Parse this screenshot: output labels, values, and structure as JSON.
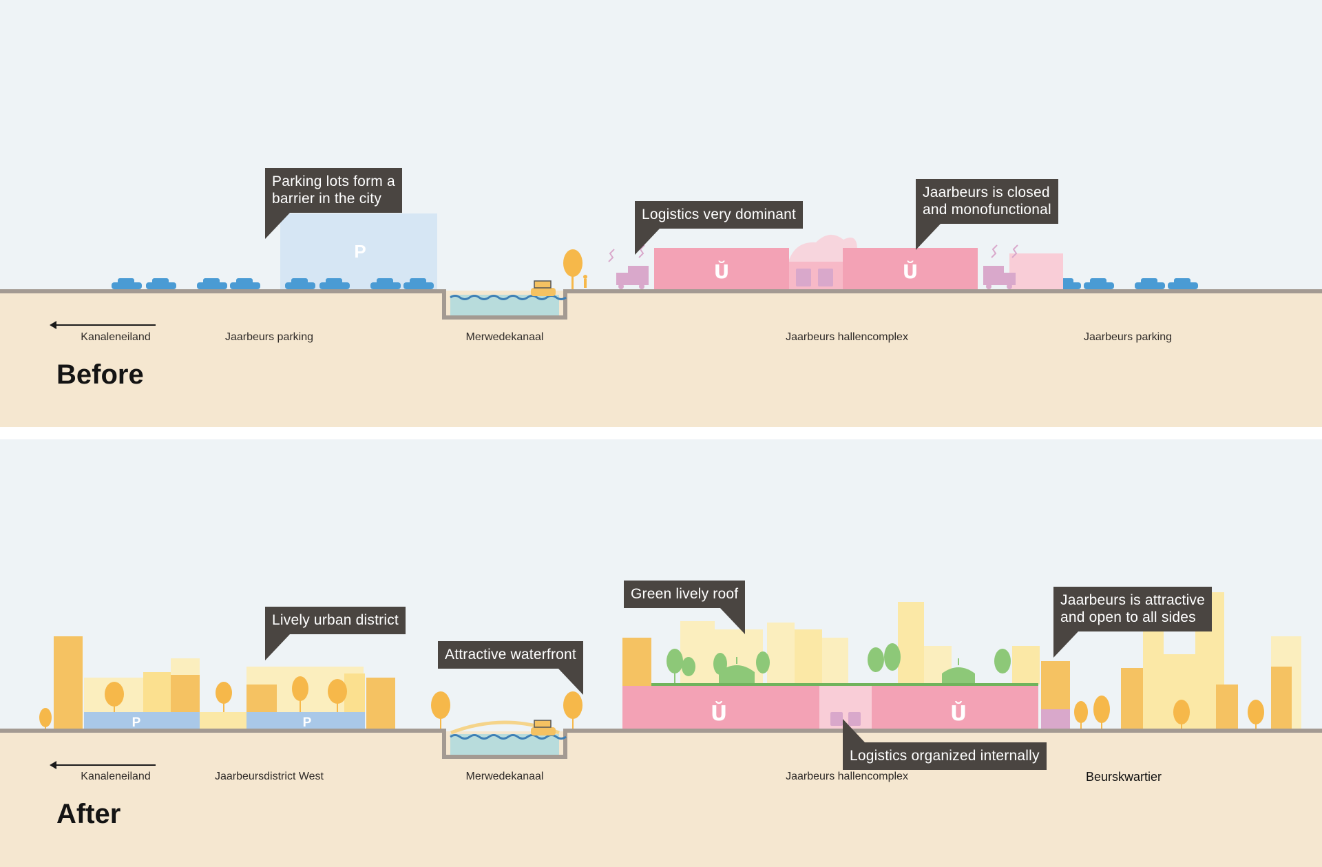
{
  "colors": {
    "sky": "#eef3f6",
    "ground": "#f5e7d0",
    "road": "#a39a92",
    "car": "#4a9bd4",
    "parking_block": "#d6e6f4",
    "hall_pink": "#f3a2b5",
    "hall_light_pink": "#f9cdd7",
    "logistics_purple": "#d9a8cb",
    "building_dark_yellow": "#f5c262",
    "building_mid_yellow": "#fbe08f",
    "building_light_yellow": "#fbeebe",
    "tree_orange": "#f6b84a",
    "tree_green": "#8dc878",
    "water": "#b8dcdc",
    "callout_bg": "#4a4541"
  },
  "before": {
    "heading": "Before",
    "callouts": {
      "parking": "Parking lots form a\nbarrier in the city",
      "logistics": "Logistics very dominant",
      "closed": "Jaarbeurs is closed\nand monofunctional"
    },
    "labels": {
      "kanaleneiland": "Kanaleneiland",
      "parking_west": "Jaarbeurs parking",
      "canal": "Merwedekanaal",
      "halls": "Jaarbeurs hallencomplex",
      "parking_east": "Jaarbeurs parking"
    },
    "parking_symbol": "P",
    "hall_logo": "Ŭ"
  },
  "after": {
    "heading": "After",
    "callouts": {
      "district": "Lively urban district",
      "waterfront": "Attractive waterfront",
      "roof": "Green lively roof",
      "open": "Jaarbeurs is attractive\nand open to all sides",
      "logistics": "Logistics organized internally"
    },
    "labels": {
      "kanaleneiland": "Kanaleneiland",
      "district_west": "Jaarbeursdistrict West",
      "canal": "Merwedekanaal",
      "halls": "Jaarbeurs hallencomplex",
      "beurskwartier": "Beurskwartier"
    },
    "parking_symbol": "P",
    "hall_logo": "Ŭ"
  }
}
